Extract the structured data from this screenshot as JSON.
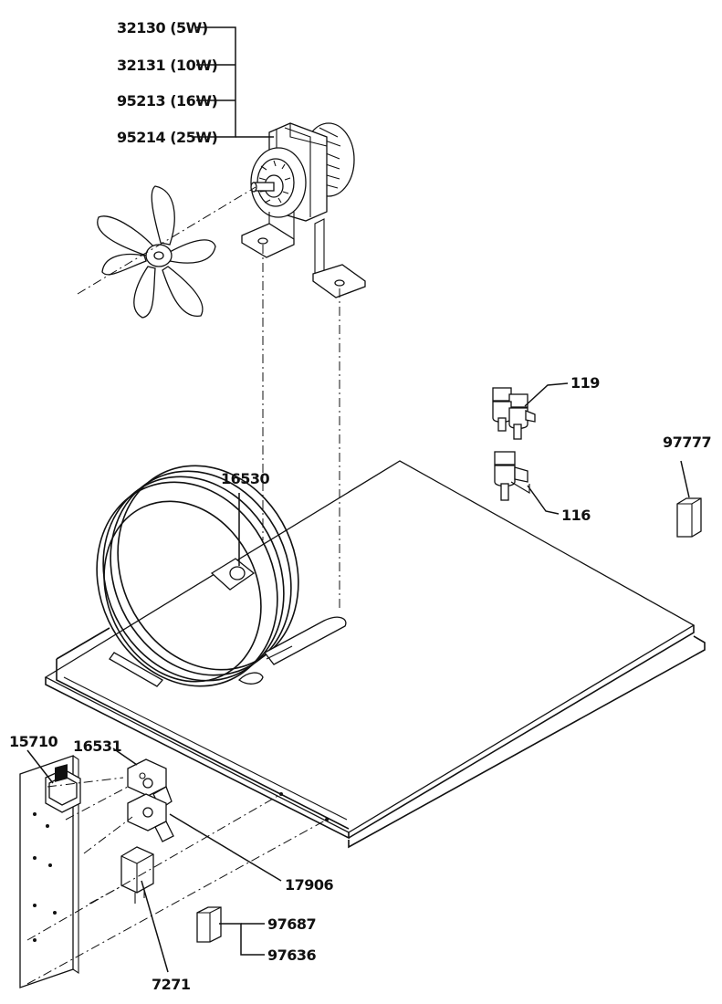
{
  "parts": {
    "motor_5w": "32130 (5W)",
    "motor_10w": "32131 (10W)",
    "motor_16w": "95213 (16W)",
    "motor_25w": "95214 (25W)",
    "valve_double": "119",
    "valve_single": "116",
    "cap_right": "97777",
    "coil_clamp": "16530",
    "switch": "15710",
    "bracket_upper": "16531",
    "bracket_lower": "17906",
    "relay": "7271",
    "cap_lower_a": "97687",
    "cap_lower_b": "97636"
  }
}
